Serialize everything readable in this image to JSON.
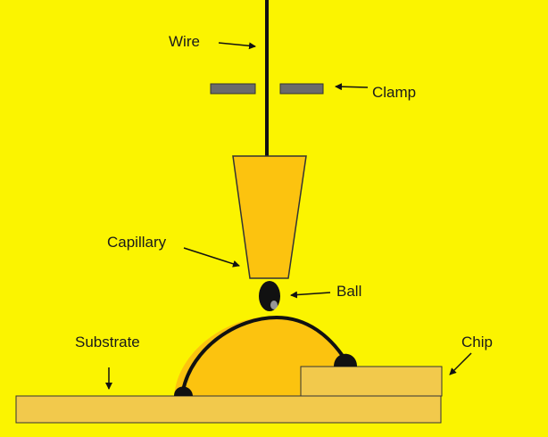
{
  "diagram": {
    "labels": {
      "wire": "Wire",
      "clamp": "Clamp",
      "capillary": "Capillary",
      "ball": "Ball",
      "substrate": "Substrate",
      "chip": "Chip"
    },
    "colors": {
      "background": "#fbf400",
      "capillary": "#fcc30f",
      "substrate": "#f2c94c",
      "clamp": "#6b6b6b",
      "wire": "#111111"
    }
  }
}
